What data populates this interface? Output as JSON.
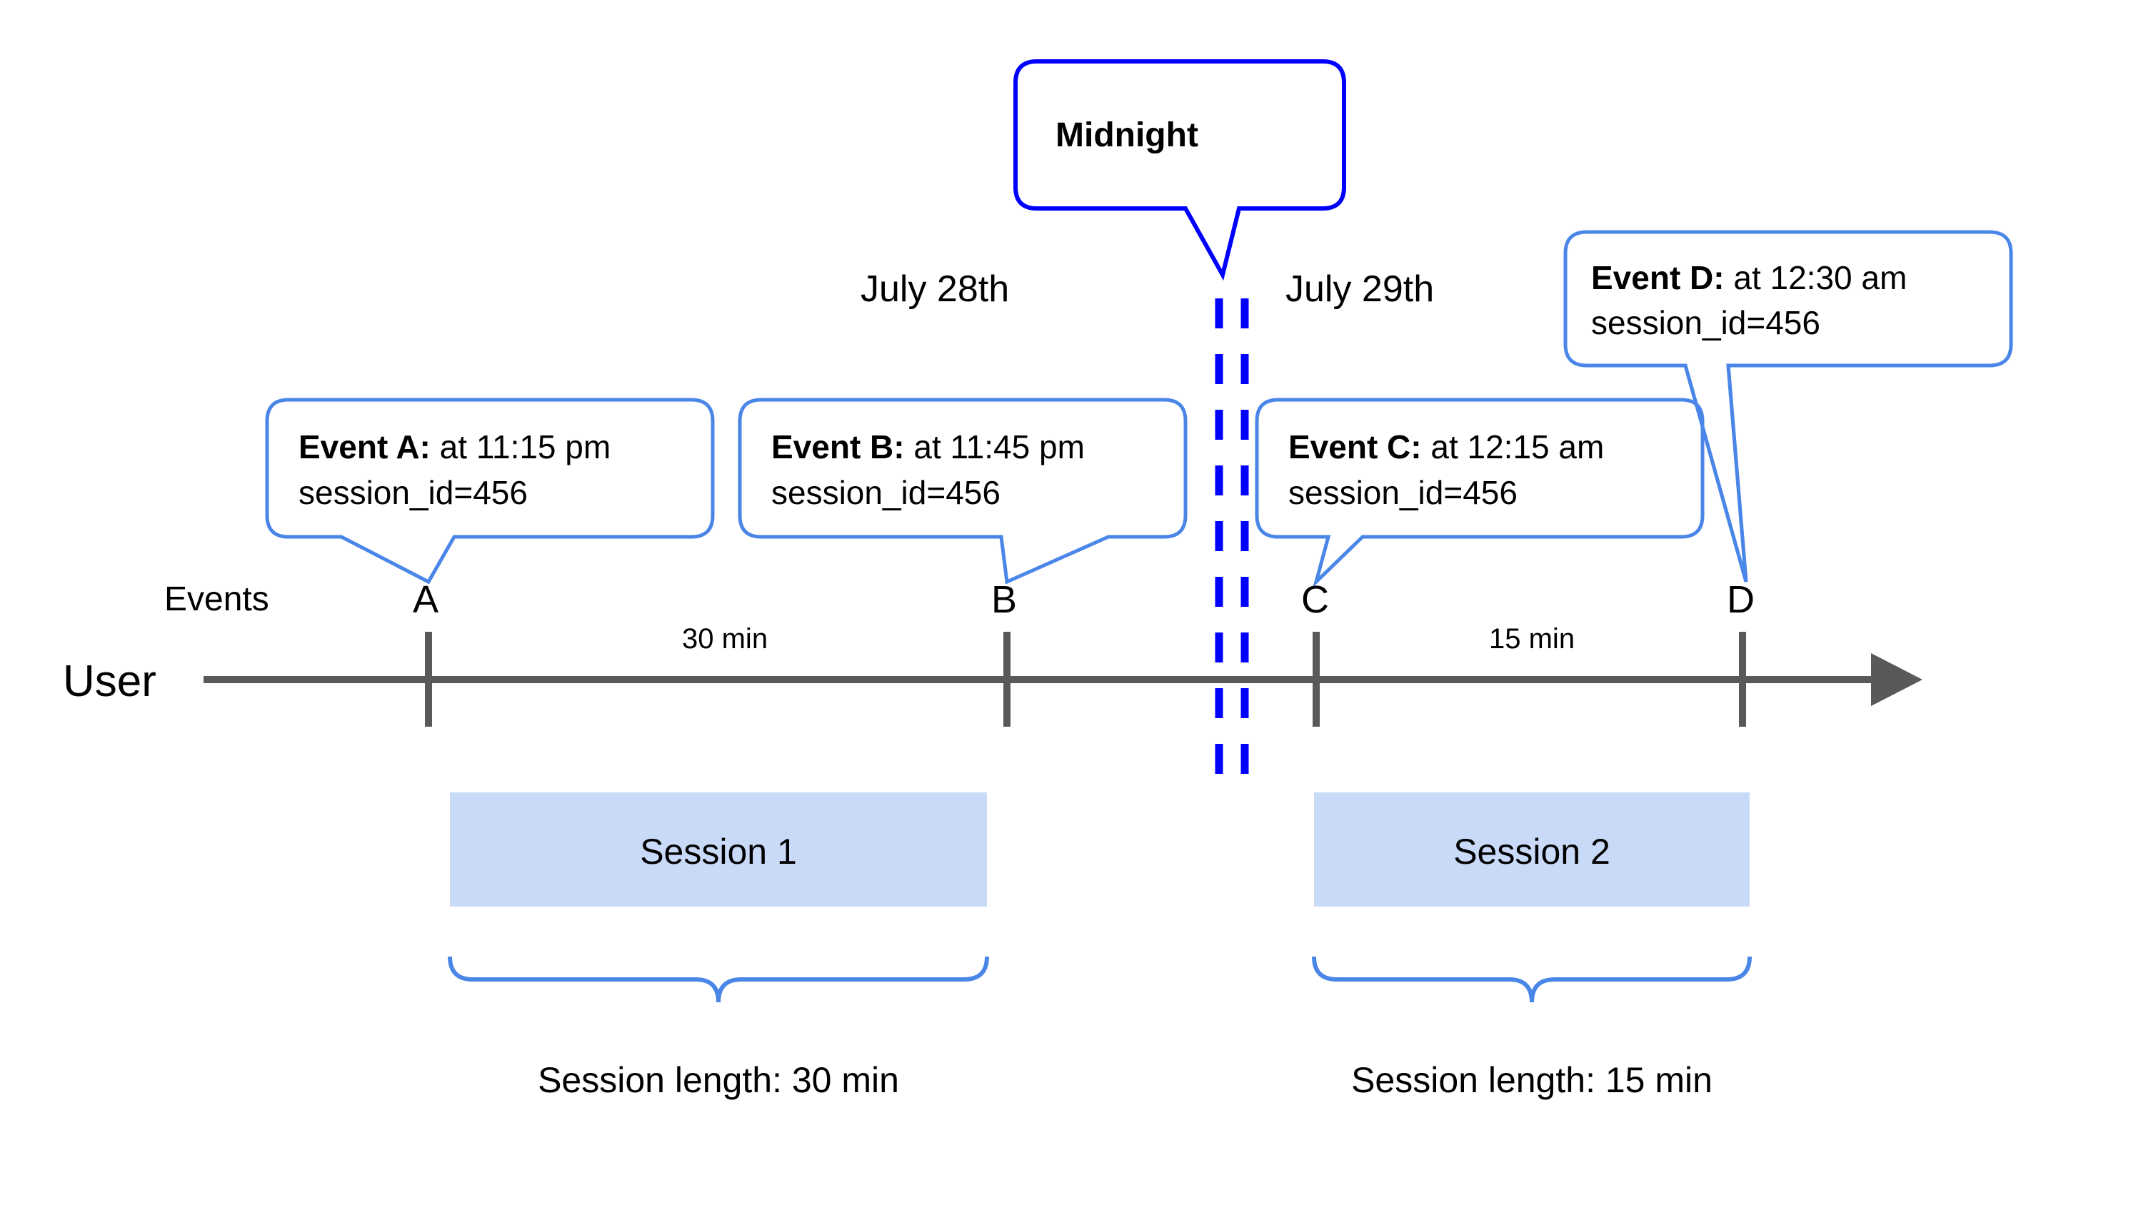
{
  "diagram": {
    "title_callout": {
      "label": "Midnight",
      "border_color": "#0000FF"
    },
    "dates": [
      {
        "label": "July 28th"
      },
      {
        "label": "July 29th"
      }
    ],
    "axis": {
      "row_label": "User",
      "events_row_label": "Events",
      "line_color": "#595959"
    },
    "event_callouts": [
      {
        "title": "Event A:",
        "time": " at 11:15 pm",
        "detail": "session_id=456",
        "marker": "A"
      },
      {
        "title": "Event B:",
        "time": " at 11:45 pm",
        "detail": "session_id=456",
        "marker": "B"
      },
      {
        "title": "Event C:",
        "time": " at 12:15 am",
        "detail": "session_id=456",
        "marker": "C"
      },
      {
        "title": "Event D:",
        "time": " at 12:30 am",
        "detail": "session_id=456",
        "marker": "D"
      }
    ],
    "markers": [
      {
        "letter": "A"
      },
      {
        "letter": "B"
      },
      {
        "letter": "C"
      },
      {
        "letter": "D"
      }
    ],
    "durations": [
      {
        "label": "30 min"
      },
      {
        "label": "15 min"
      }
    ],
    "sessions": [
      {
        "name": "Session 1",
        "length_label": "Session length: 30 min"
      },
      {
        "name": "Session 2",
        "length_label": "Session length: 15 min"
      }
    ],
    "colors": {
      "callout_border": "#4A86E8",
      "midnight_border": "#0000FF",
      "midnight_dash": "#0000FF",
      "session_fill": "#C9DAF8",
      "brace": "#4A86E8",
      "axis": "#595959"
    }
  }
}
